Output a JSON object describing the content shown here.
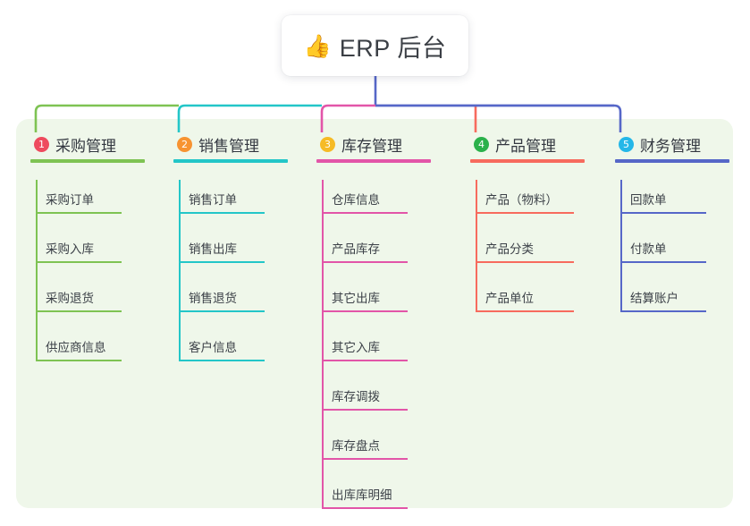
{
  "root": {
    "emoji": "👍",
    "emoji_name": "thumbs-up-icon",
    "title": "ERP 后台"
  },
  "theme": {
    "page_background": "#ffffff",
    "panel_background": "#eff7ea",
    "card_background": "#ffffff",
    "title_text_color": "#3b3f45",
    "stem_color": "#5667c8"
  },
  "columns": [
    {
      "number": "1",
      "title": "采购管理",
      "badge_color": "#ee4b5e",
      "line_color": "#7ec353",
      "items": [
        {
          "label": "采购订单"
        },
        {
          "label": "采购入库"
        },
        {
          "label": "采购退货"
        },
        {
          "label": "供应商信息"
        }
      ]
    },
    {
      "number": "2",
      "title": "销售管理",
      "badge_color": "#f79331",
      "line_color": "#23c6c8",
      "items": [
        {
          "label": "销售订单"
        },
        {
          "label": "销售出库"
        },
        {
          "label": "销售退货"
        },
        {
          "label": "客户信息"
        }
      ]
    },
    {
      "number": "3",
      "title": "库存管理",
      "badge_color": "#f6bb26",
      "line_color": "#e255a8",
      "items": [
        {
          "label": "仓库信息"
        },
        {
          "label": "产品库存"
        },
        {
          "label": "其它出库"
        },
        {
          "label": "其它入库"
        },
        {
          "label": "库存调拨"
        },
        {
          "label": "库存盘点"
        },
        {
          "label": "出库库明细"
        }
      ]
    },
    {
      "number": "4",
      "title": "产品管理",
      "badge_color": "#2bb14b",
      "line_color": "#f76b5e",
      "items": [
        {
          "label": "产品（物料）"
        },
        {
          "label": "产品分类"
        },
        {
          "label": "产品单位"
        }
      ]
    },
    {
      "number": "5",
      "title": "财务管理",
      "badge_color": "#24b7e8",
      "line_color": "#5667c8",
      "items": [
        {
          "label": "回款单"
        },
        {
          "label": "付款单"
        },
        {
          "label": "结算账户"
        }
      ]
    }
  ]
}
